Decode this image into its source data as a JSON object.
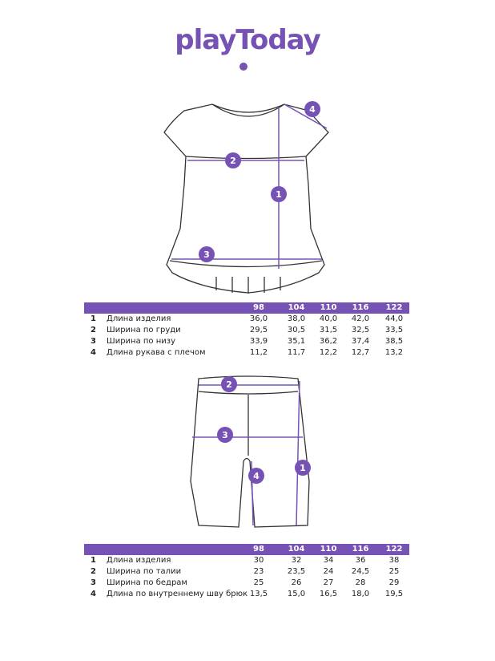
{
  "logo": "playToday",
  "colors": {
    "accent": "#7752b5"
  },
  "sizes": [
    "98",
    "104",
    "110",
    "116",
    "122"
  ],
  "top_table": {
    "rows": [
      {
        "n": "1",
        "label": "Длина изделия",
        "values": [
          "36,0",
          "38,0",
          "40,0",
          "42,0",
          "44,0"
        ]
      },
      {
        "n": "2",
        "label": "Ширина по груди",
        "values": [
          "29,5",
          "30,5",
          "31,5",
          "32,5",
          "33,5"
        ]
      },
      {
        "n": "3",
        "label": "Ширина по низу",
        "values": [
          "33,9",
          "35,1",
          "36,2",
          "37,4",
          "38,5"
        ]
      },
      {
        "n": "4",
        "label": "Длина рукава с плечом",
        "values": [
          "11,2",
          "11,7",
          "12,2",
          "12,7",
          "13,2"
        ]
      }
    ]
  },
  "bottom_table": {
    "rows": [
      {
        "n": "1",
        "label": "Длина изделия",
        "values": [
          "30",
          "32",
          "34",
          "36",
          "38"
        ]
      },
      {
        "n": "2",
        "label": "Ширина по талии",
        "values": [
          "23",
          "23,5",
          "24",
          "24,5",
          "25"
        ]
      },
      {
        "n": "3",
        "label": "Ширина по бедрам",
        "values": [
          "25",
          "26",
          "27",
          "28",
          "29"
        ]
      },
      {
        "n": "4",
        "label": "Длина по внутреннему шву брюк",
        "values": [
          "13,5",
          "15,0",
          "16,5",
          "18,0",
          "19,5"
        ]
      }
    ]
  },
  "markers": {
    "shirt": [
      "1",
      "2",
      "3",
      "4"
    ],
    "shorts": [
      "1",
      "2",
      "3",
      "4"
    ]
  }
}
